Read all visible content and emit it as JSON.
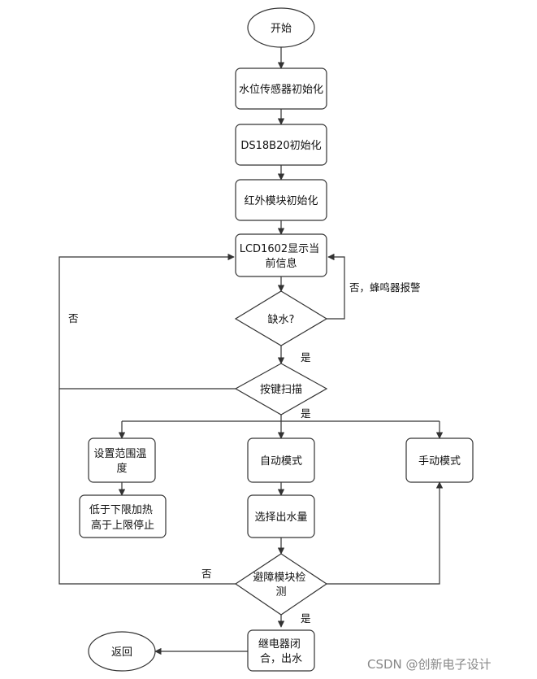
{
  "diagram": {
    "nodes": {
      "start": [
        "开始"
      ],
      "water_sensor_init": [
        "水位传感器初始化"
      ],
      "ds18b20_init": [
        "DS18B20初始化"
      ],
      "ir_module_init": [
        "红外模块初始化"
      ],
      "lcd_display": [
        "LCD1602显示当",
        "前信息"
      ],
      "lack_water": [
        "缺水?"
      ],
      "key_scan": [
        "按键扫描"
      ],
      "set_temp_range": [
        "设置范围温",
        "度"
      ],
      "auto_mode": [
        "自动模式"
      ],
      "manual_mode": [
        "手动模式"
      ],
      "heat_control": [
        "低于下限加热",
        "高于上限停止"
      ],
      "select_water_amount": [
        "选择出水量"
      ],
      "obstacle_detect": [
        "避障模块检",
        "测"
      ],
      "relay_close": [
        "继电器闭",
        "合，出水"
      ],
      "return": [
        "返回"
      ]
    },
    "edge_labels": {
      "no_buzzer": "否，蜂鸣器报警",
      "yes_1": "是",
      "no_left": "否",
      "yes_2": "是",
      "no_obstacle": "否",
      "yes_3": "是"
    }
  },
  "watermark": "CSDN @创新电子设计"
}
